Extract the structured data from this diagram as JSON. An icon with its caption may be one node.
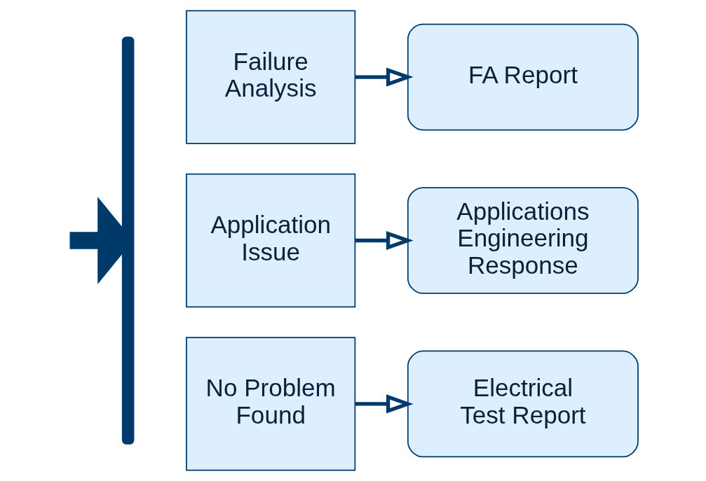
{
  "diagram": {
    "nodes": [
      {
        "text": [],
        "shape": "brace"
      },
      {
        "text": [
          "Failure Analysis"
        ]
      },
      {
        "text": [
          "FA Report"
        ]
      },
      {
        "text": [
          "Application Issue"
        ]
      },
      {
        "text": [
          "Applications Engineering Response"
        ]
      },
      {
        "text": [
          "No Problem Found"
        ]
      },
      {
        "text": [
          "Electrical Test Report"
        ]
      }
    ],
    "edges": [
      {
        "from": null,
        "to": 0,
        "arrow": "to",
        "style": "thick"
      },
      {
        "from": 1,
        "to": 2,
        "arrow": "to"
      },
      {
        "from": 3,
        "to": 4,
        "arrow": "to"
      },
      {
        "from": 5,
        "to": 6,
        "arrow": "to"
      }
    ]
  }
}
